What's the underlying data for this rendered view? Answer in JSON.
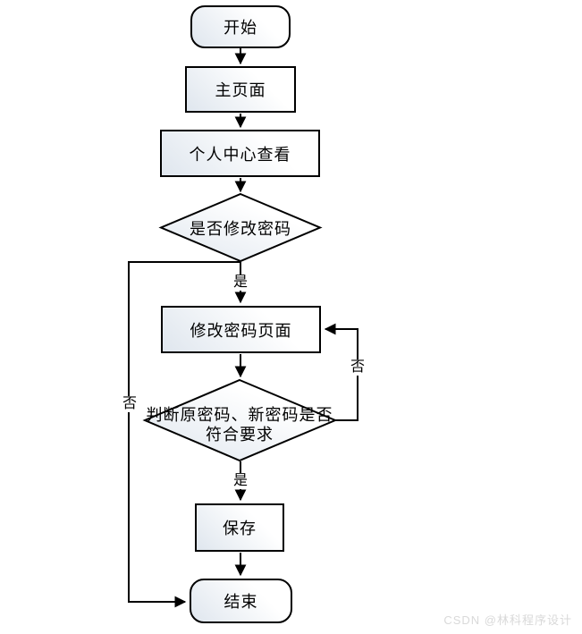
{
  "diagram": {
    "nodes": {
      "start": "开始",
      "main_page": "主页面",
      "personal_center": "个人中心查看",
      "decision_modify_password": "是否修改密码",
      "modify_password_page": "修改密码页面",
      "decision_validate_line1": "判断原密码、新密码是否",
      "decision_validate_line2": "符合要求",
      "save": "保存",
      "end": "结束"
    },
    "edge_labels": {
      "decision1_yes": "是",
      "decision1_no": "否",
      "decision2_yes": "是",
      "decision2_no": "否"
    },
    "colors": {
      "stroke": "#000000",
      "shape_fill_top": "#ffffff",
      "shape_fill_bottom": "#dfe6ee",
      "watermark": "#d9d9d9"
    }
  },
  "watermark": "CSDN @林科程序设计"
}
